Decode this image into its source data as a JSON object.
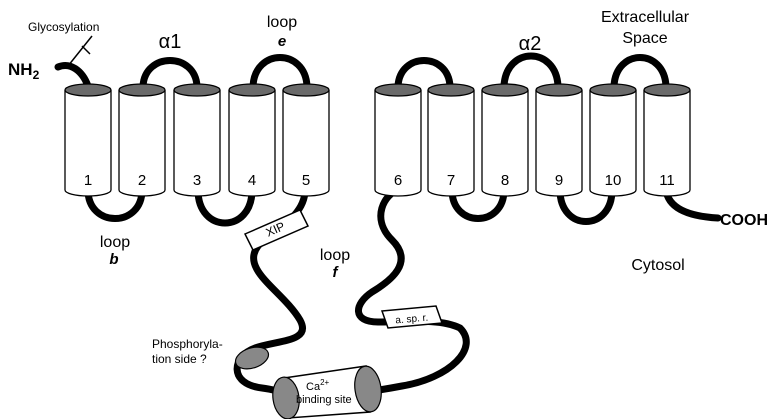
{
  "labels": {
    "nh2": "NH",
    "nh2_sub": "2",
    "glycosylation": "Glycosylation",
    "alpha1": "α1",
    "alpha2": "α2",
    "loop_e_word": "loop",
    "loop_e_letter": "e",
    "loop_b_word": "loop",
    "loop_b_letter": "b",
    "loop_f_word": "loop",
    "loop_f_letter": "f",
    "extracellular_line1": "Extracellular",
    "extracellular_line2": "Space",
    "cytosol": "Cytosol",
    "cooh": "COOH",
    "xip": "XIP",
    "asp": "a. sp. r.",
    "phospho_line1": "Phosphoryla-",
    "phospho_line2": "tion side ?",
    "ca_sym": "Ca",
    "ca_sup": "2+",
    "binding_site": "binding site"
  },
  "helices": [
    "1",
    "2",
    "3",
    "4",
    "5",
    "6",
    "7",
    "8",
    "9",
    "10",
    "11"
  ],
  "colors": {
    "stroke": "#000000",
    "cap": "#6a6a6a",
    "fill": "#ffffff",
    "ellipse": "#888888"
  }
}
